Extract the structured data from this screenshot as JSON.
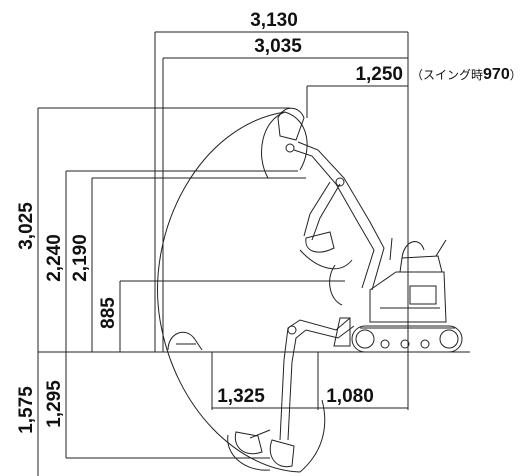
{
  "dimensions": {
    "top": [
      "3,130",
      "3,035",
      "1,250"
    ],
    "swing_note_prefix": "（スイング時",
    "swing_note_value": "970",
    "swing_note_suffix": "）",
    "left_upper": [
      "3,025",
      "2,240",
      "2,190",
      "885"
    ],
    "left_lower": [
      "1,575",
      "1,295"
    ],
    "bottom": [
      "1,325",
      "1,080"
    ]
  }
}
